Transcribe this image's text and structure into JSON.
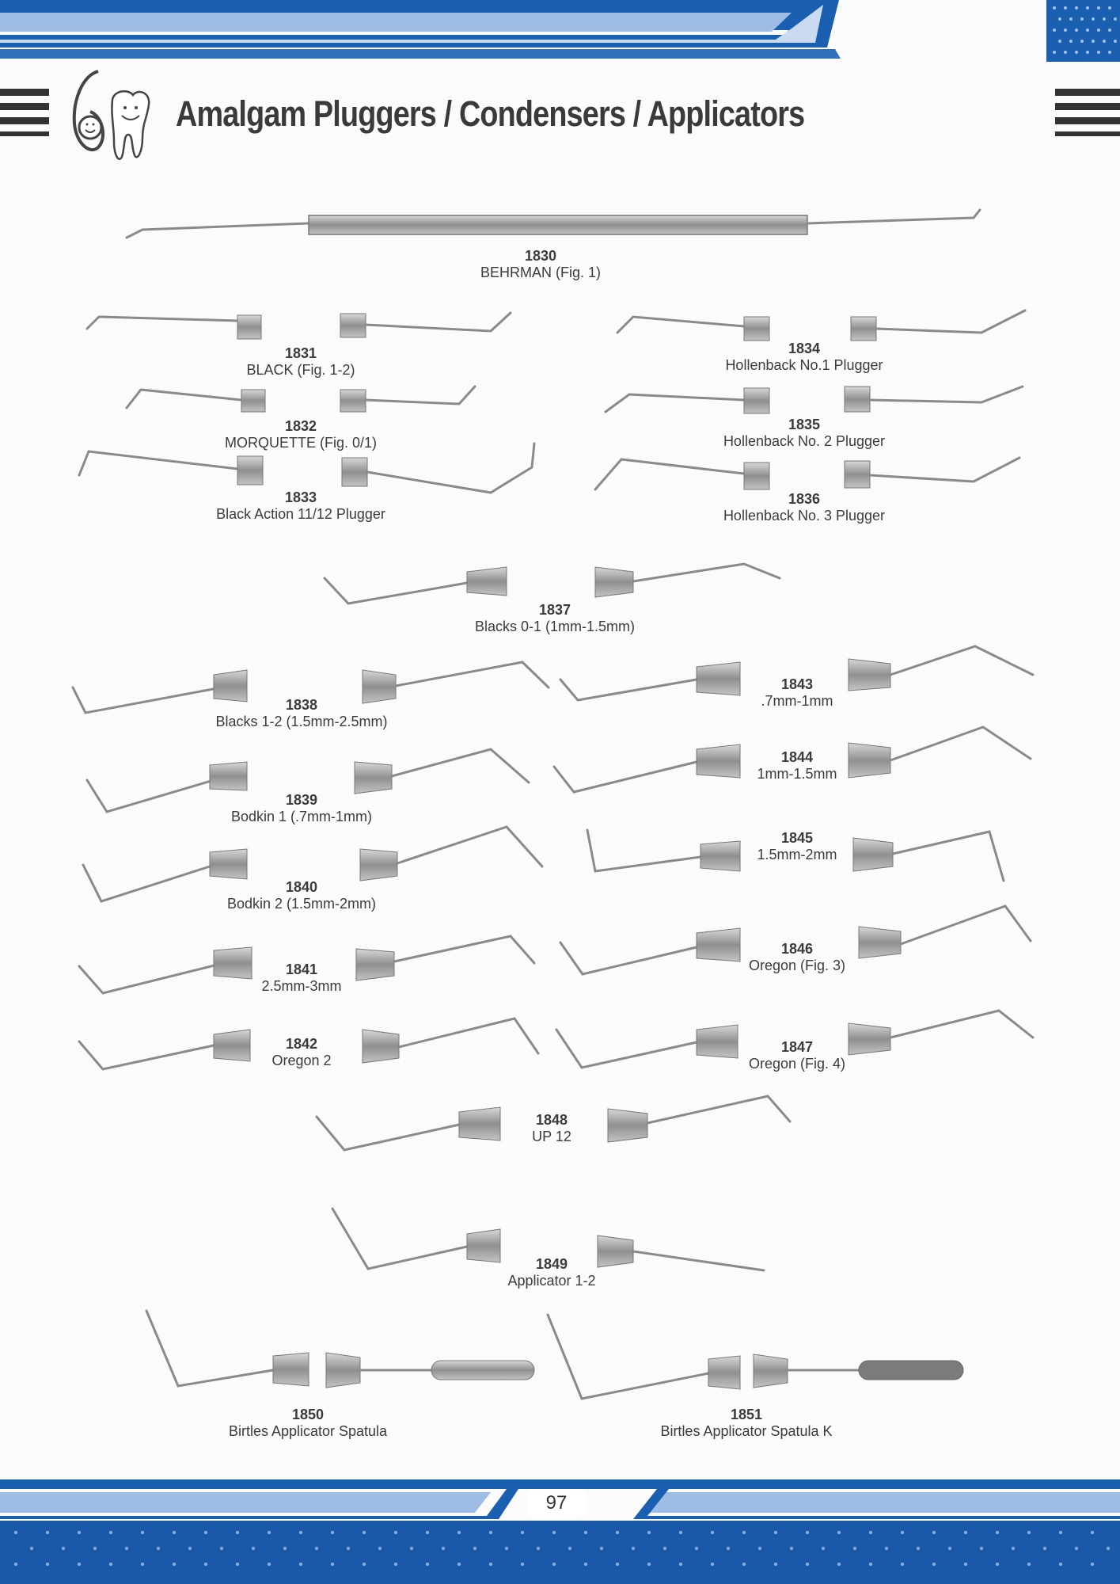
{
  "header": {
    "title": "Amalgam Pluggers / Condensers / Applicators"
  },
  "footer": {
    "page_number": "97"
  },
  "instruments": [
    {
      "code": "1830",
      "name": "BEHRMAN (Fig. 1)"
    },
    {
      "code": "1831",
      "name": "BLACK (Fig. 1-2)"
    },
    {
      "code": "1832",
      "name": "MORQUETTE (Fig. 0/1)"
    },
    {
      "code": "1833",
      "name": "Black Action 11/12 Plugger"
    },
    {
      "code": "1834",
      "name": "Hollenback No.1 Plugger"
    },
    {
      "code": "1835",
      "name": "Hollenback No. 2 Plugger"
    },
    {
      "code": "1836",
      "name": "Hollenback No. 3 Plugger"
    },
    {
      "code": "1837",
      "name": "Blacks 0-1 (1mm-1.5mm)"
    },
    {
      "code": "1838",
      "name": "Blacks 1-2 (1.5mm-2.5mm)"
    },
    {
      "code": "1839",
      "name": "Bodkin 1 (.7mm-1mm)"
    },
    {
      "code": "1840",
      "name": "Bodkin 2 (1.5mm-2mm)"
    },
    {
      "code": "1841",
      "name": "2.5mm-3mm"
    },
    {
      "code": "1842",
      "name": "Oregon 2"
    },
    {
      "code": "1843",
      "name": ".7mm-1mm"
    },
    {
      "code": "1844",
      "name": "1mm-1.5mm"
    },
    {
      "code": "1845",
      "name": "1.5mm-2mm"
    },
    {
      "code": "1846",
      "name": "Oregon (Fig. 3)"
    },
    {
      "code": "1847",
      "name": "Oregon (Fig. 4)"
    },
    {
      "code": "1848",
      "name": "UP 12"
    },
    {
      "code": "1849",
      "name": "Applicator 1-2"
    },
    {
      "code": "1850",
      "name": "Birtles Applicator Spatula"
    },
    {
      "code": "1851",
      "name": "Birtles Applicator Spatula K"
    }
  ],
  "colors": {
    "brand_blue": "#1b5fb0",
    "light_blue": "#a9c4e6",
    "steel": "#9a9a9a"
  }
}
